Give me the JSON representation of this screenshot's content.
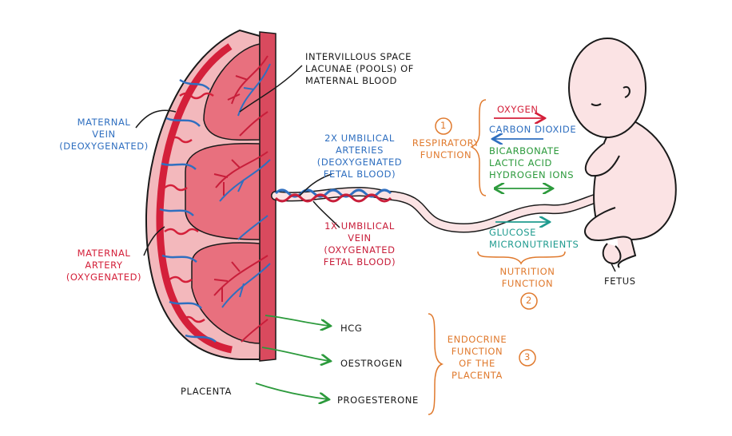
{
  "colors": {
    "maternal_blue": "#2f6fc0",
    "maternal_red": "#d4203a",
    "fetal_red": "#c81e3a",
    "orange": "#e07a2e",
    "green": "#2c9a3c",
    "teal": "#1f9b8f",
    "black": "#1a1a1a",
    "placenta_outer": "#f3b8bc",
    "placenta_inner": "#e8707e",
    "fetus_skin": "#fbe3e4"
  },
  "labels": {
    "maternal_vein": [
      "MATERNAL",
      "VEIN",
      "(DEOXYGENATED)"
    ],
    "maternal_artery": [
      "MATERNAL",
      "ARTERY",
      "(OXYGENATED)"
    ],
    "intervillous": [
      "INTERVILLOUS SPACE",
      "LACUNAE (POOLS) OF",
      "MATERNAL BLOOD"
    ],
    "umbilical_arteries": [
      "2X UMBILICAL",
      "ARTERIES",
      "(DEOXYGENATED",
      "FETAL BLOOD)"
    ],
    "umbilical_vein": [
      "1X UMBILICAL",
      "VEIN",
      "(OXYGENATED",
      "FETAL BLOOD)"
    ],
    "placenta": "PLACENTA",
    "fetus": "FETUS"
  },
  "respiratory": {
    "number": "1",
    "title": [
      "RESPIRATORY",
      "FUNCTION"
    ],
    "oxygen": "OXYGEN",
    "carbon_dioxide": "CARBON DIOXIDE",
    "wastes": [
      "BICARBONATE",
      "LACTIC ACID",
      "HYDROGEN IONS"
    ]
  },
  "nutrition": {
    "number": "2",
    "items": [
      "GLUCOSE",
      "MICRONUTRIENTS"
    ],
    "title": [
      "NUTRITION",
      "FUNCTION"
    ]
  },
  "endocrine": {
    "number": "3",
    "hormones": [
      "HCG",
      "OESTROGEN",
      "PROGESTERONE"
    ],
    "title": [
      "ENDOCRINE",
      "FUNCTION",
      "OF THE",
      "PLACENTA"
    ]
  }
}
